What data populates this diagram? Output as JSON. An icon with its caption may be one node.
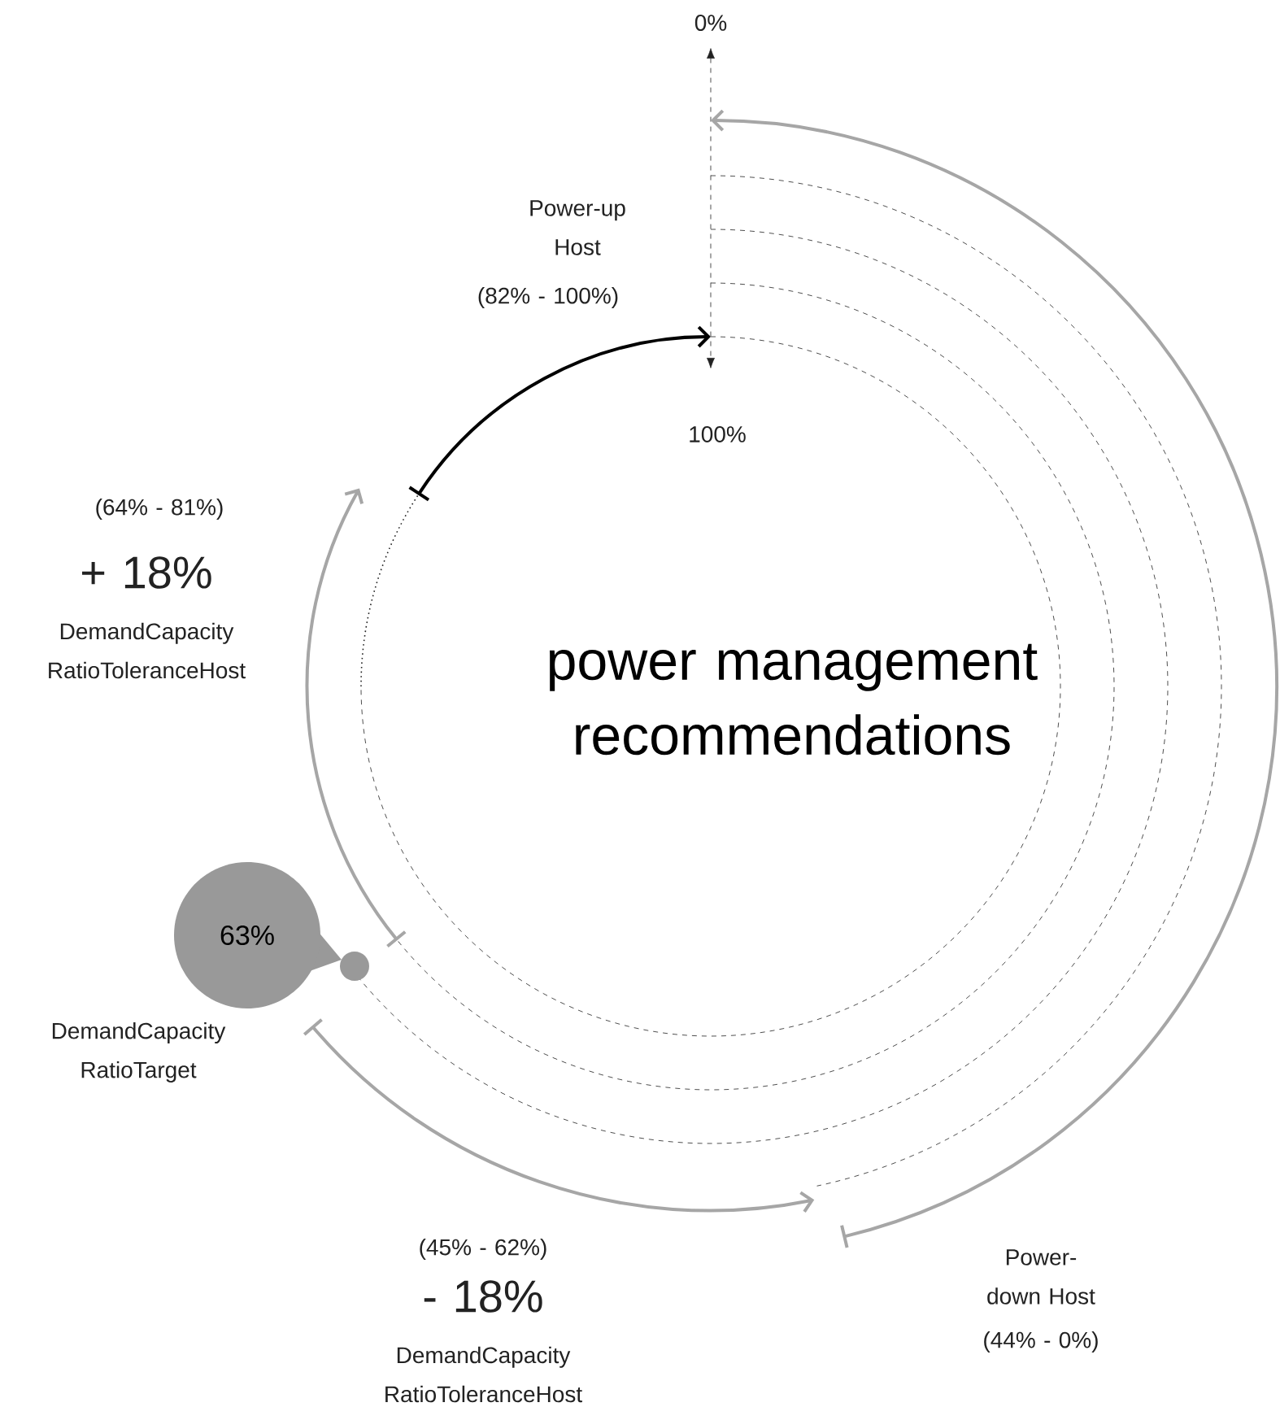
{
  "diagram": {
    "nodes": [
      {
        "text": [
          "power management recommendations"
        ]
      },
      {
        "text": [
          "63%"
        ],
        "beside": [
          "DemandCapacity RatioTarget"
        ]
      }
    ],
    "labels": [
      "0%",
      "Power-up Host",
      "(82% - 100%)",
      "100%",
      "(64% - 81%)",
      "+ 18%",
      "DemandCapacity RatioToleranceHost",
      "(45% - 62%)",
      "- 18%",
      "DemandCapacity RatioToleranceHost",
      "Power-down Host",
      "(44% - 0%)"
    ]
  }
}
